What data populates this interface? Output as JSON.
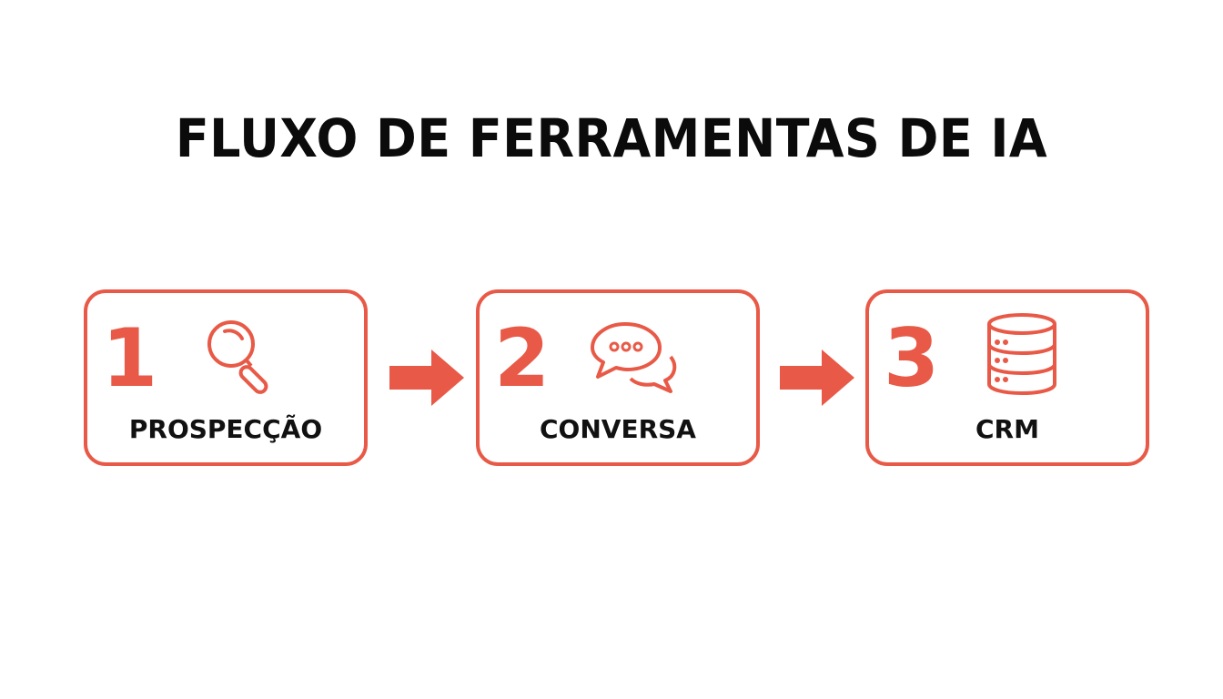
{
  "title": "FLUXO DE FERRAMENTAS DE IA",
  "colors": {
    "accent": "#e85a47",
    "text": "#111111",
    "background": "#ffffff"
  },
  "steps": [
    {
      "number": "1",
      "label": "PROSPECÇÃO",
      "icon": "magnifying-glass-icon"
    },
    {
      "number": "2",
      "label": "CONVERSA",
      "icon": "chat-bubbles-icon"
    },
    {
      "number": "3",
      "label": "CRM",
      "icon": "database-icon"
    }
  ],
  "connectors": [
    "arrow-right",
    "arrow-right"
  ]
}
